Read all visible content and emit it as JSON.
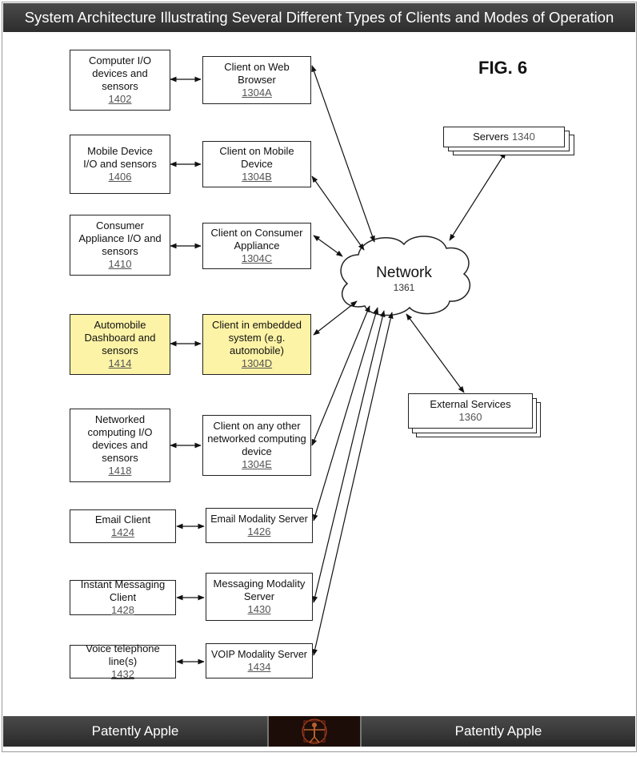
{
  "title": "System Architecture Illustrating Several Different Types of Clients and Modes of Operation",
  "fig_label": "FIG. 6",
  "devices": [
    {
      "label": "Computer I/O devices and sensors",
      "num": "1402"
    },
    {
      "label": "Mobile Device I/O and sensors",
      "num": "1406"
    },
    {
      "label": "Consumer Appliance I/O and sensors",
      "num": "1410"
    },
    {
      "label": "Automobile Dashboard and sensors",
      "num": "1414"
    },
    {
      "label": "Networked computing I/O devices and sensors",
      "num": "1418"
    },
    {
      "label": "Email Client",
      "num": "1424"
    },
    {
      "label": "Instant Messaging Client",
      "num": "1428"
    },
    {
      "label": "Voice telephone line(s)",
      "num": "1432"
    }
  ],
  "clients": [
    {
      "label": "Client on Web Browser",
      "num": "1304A"
    },
    {
      "label": "Client on Mobile Device",
      "num": "1304B"
    },
    {
      "label": "Client on Consumer Appliance",
      "num": "1304C"
    },
    {
      "label": "Client in embedded system (e.g. automobile)",
      "num": "1304D"
    },
    {
      "label": "Client on any other networked computing device",
      "num": "1304E"
    },
    {
      "label": "Email Modality Server",
      "num": "1426"
    },
    {
      "label": "Messaging Modality Server",
      "num": "1430"
    },
    {
      "label": "VOIP Modality Server",
      "num": "1434"
    }
  ],
  "network": {
    "label": "Network",
    "num": "1361"
  },
  "servers": {
    "label": "Servers",
    "num": "1340"
  },
  "external": {
    "label": "External Services",
    "num": "1360"
  },
  "footer": {
    "left": "Patently Apple",
    "right": "Patently Apple"
  },
  "colors": {
    "highlight": "#fdf3a6",
    "bar": "#3a3a3a"
  }
}
